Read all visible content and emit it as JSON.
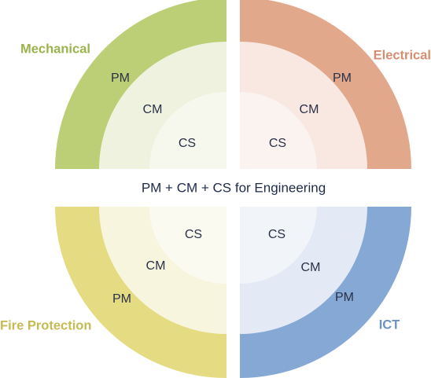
{
  "title": "PM + CM + CS for Engineering",
  "quadrants": [
    {
      "name": "Mechanical",
      "colors": {
        "outer": "#bccf76",
        "middle": "#eef2df",
        "inner": "#f6f8ee",
        "label": "#9bb34c"
      },
      "rings": {
        "outer": "PM",
        "middle": "CM",
        "inner": "CS"
      }
    },
    {
      "name": "Electrical",
      "colors": {
        "outer": "#e2a88c",
        "middle": "#f8e8e1",
        "inner": "#fbf3f0",
        "label": "#d58d70"
      },
      "rings": {
        "outer": "PM",
        "middle": "CM",
        "inner": "CS"
      }
    },
    {
      "name": "Fire Protection",
      "colors": {
        "outer": "#e5db82",
        "middle": "#f8f5df",
        "inner": "#fbfaf0",
        "label": "#c5bb52"
      },
      "rings": {
        "outer": "PM",
        "middle": "CM",
        "inner": "CS"
      }
    },
    {
      "name": "ICT",
      "colors": {
        "outer": "#86a8d4",
        "middle": "#e3eaf5",
        "inner": "#f1f5fa",
        "label": "#6f92c4"
      },
      "rings": {
        "outer": "PM",
        "middle": "CM",
        "inner": "CS"
      }
    }
  ]
}
